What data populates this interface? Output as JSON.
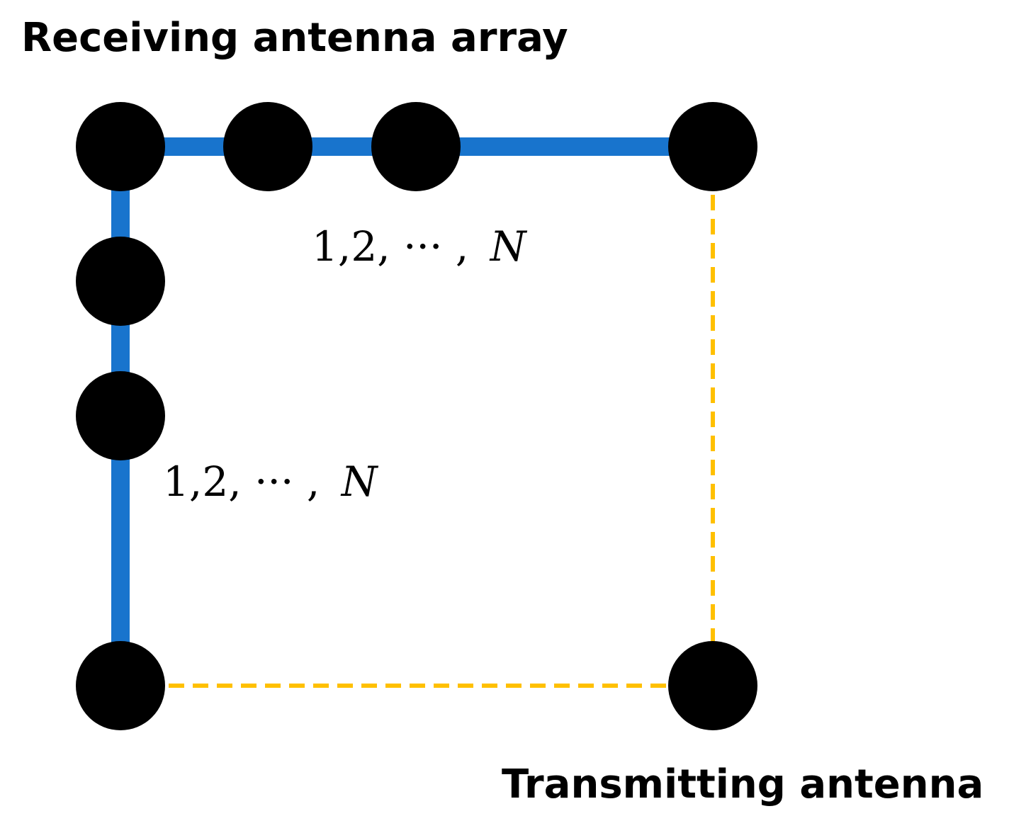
{
  "labels": {
    "receiving": "Receiving antenna array",
    "transmitting": "Transmitting antenna",
    "index_horizontal_prefix": "1,2, ··· ,",
    "index_horizontal_var": "N",
    "index_vertical_prefix": "1,2, ··· ,",
    "index_vertical_var": "N"
  },
  "colors": {
    "array_line": "#1874CD",
    "link_line": "#FFC000",
    "antenna": "#000000"
  }
}
